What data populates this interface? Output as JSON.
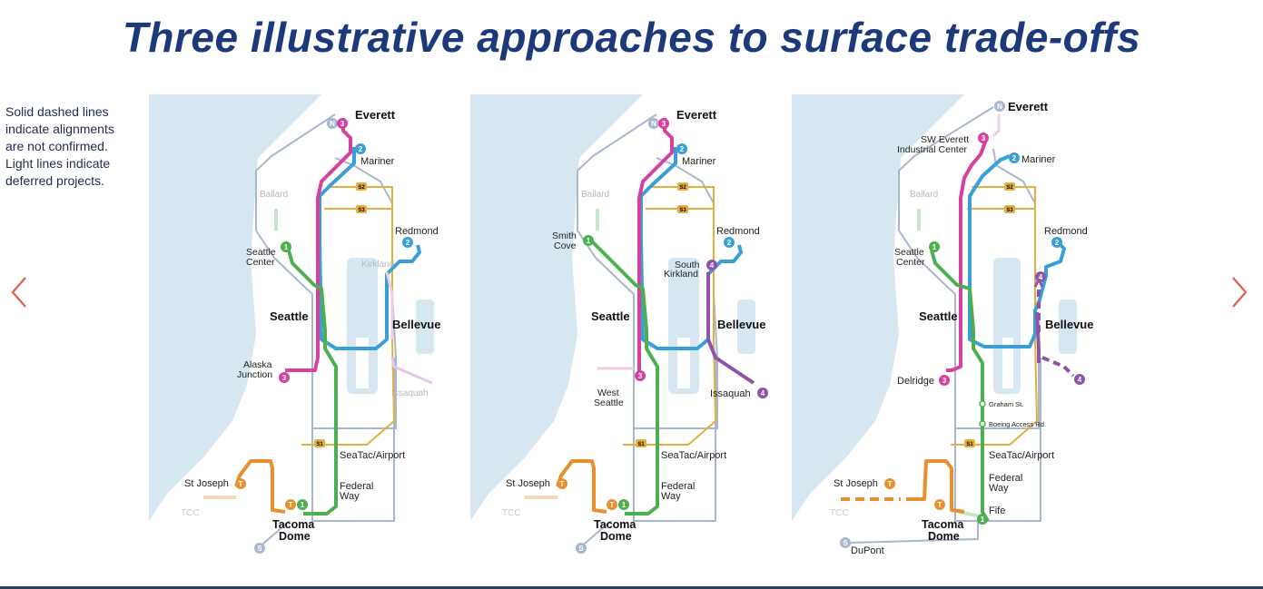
{
  "title": "Three illustrative approaches to surface trade-offs",
  "note_lines": [
    "Solid dashed lines",
    "indicate alignments",
    "are not confirmed.",
    "Light lines indicate",
    "deferred projects."
  ],
  "navigation": {
    "prev_icon": "chevron-left-icon",
    "next_icon": "chevron-right-icon"
  },
  "colors": {
    "title": "#1c3a7a",
    "water": "#d6e7f2",
    "line1": "#4caf50",
    "line2": "#3a9fd6",
    "line3": "#d6409f",
    "line4": "#8e54a8",
    "lineT": "#e8902e",
    "lineS": "#e3b040",
    "lineN": "#a7b7cf",
    "nav_arrow": "#d9604a"
  },
  "maps": [
    {
      "labels": {
        "everett": "Everett",
        "mariner": "Mariner",
        "ballard": "Ballard",
        "seattle_center_1": "Seattle",
        "seattle_center_2": "Center",
        "kirkland": "Kirkland",
        "redmond": "Redmond",
        "seattle": "Seattle",
        "bellevue": "Bellevue",
        "alaska_1": "Alaska",
        "alaska_2": "Junction",
        "issaquah": "Issaquah",
        "seatac": "SeaTac/Airport",
        "federal_1": "Federal",
        "federal_2": "Way",
        "stjoseph": "St Joseph",
        "tcc": "TCC",
        "tacoma_1": "Tacoma",
        "tacoma_2": "Dome",
        "s1": "S1",
        "s2": "S2",
        "s3": "S3",
        "b_n": "N",
        "b_3": "3",
        "b_2": "2",
        "b_1": "1",
        "b_t": "T",
        "b_s": "S"
      }
    },
    {
      "labels": {
        "everett": "Everett",
        "mariner": "Mariner",
        "ballard": "Ballard",
        "smith_1": "Smith",
        "smith_2": "Cove",
        "skirk_1": "South",
        "skirk_2": "Kirkland",
        "redmond": "Redmond",
        "seattle": "Seattle",
        "bellevue": "Bellevue",
        "wsea_1": "West",
        "wsea_2": "Seattle",
        "issaquah": "Issaquah",
        "seatac": "SeaTac/Airport",
        "federal_1": "Federal",
        "federal_2": "Way",
        "stjoseph": "St Joseph",
        "tcc": "TCC",
        "tacoma_1": "Tacoma",
        "tacoma_2": "Dome",
        "s1": "S1",
        "s2": "S2",
        "s3": "S3",
        "b_n": "N",
        "b_3": "3",
        "b_2": "2",
        "b_1": "1",
        "b_4": "4",
        "b_t": "T",
        "b_s": "S"
      }
    },
    {
      "labels": {
        "everett": "Everett",
        "swe_1": "SW Everett",
        "swe_2": "Industrial Center",
        "mariner": "Mariner",
        "ballard": "Ballard",
        "seattle_center_1": "Seattle",
        "seattle_center_2": "Center",
        "redmond": "Redmond",
        "seattle": "Seattle",
        "bellevue": "Bellevue",
        "delridge": "Delridge",
        "graham": "Graham St.",
        "boeing": "Boeing Access Rd.",
        "seatac": "SeaTac/Airport",
        "federal_1": "Federal",
        "federal_2": "Way",
        "fife": "Fife",
        "stjoseph": "St Joseph",
        "tcc": "TCC",
        "tacoma_1": "Tacoma",
        "tacoma_2": "Dome",
        "dupont": "DuPont",
        "s1": "S1",
        "s2": "S2",
        "s3": "S3",
        "b_n": "N",
        "b_3": "3",
        "b_2": "2",
        "b_1": "1",
        "b_4": "4",
        "b_t": "T",
        "b_s": "S"
      }
    }
  ]
}
